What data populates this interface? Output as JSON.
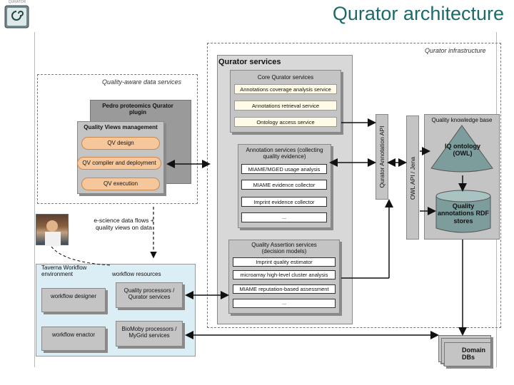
{
  "header": {
    "title": "Qurator architecture",
    "logo_label": "QURATOR"
  },
  "colors": {
    "title": "#1c6a6a",
    "panel_gray": "#c4c4c4",
    "orange": "#f7c79c",
    "workflow_bg": "#dbeef5"
  },
  "infrastructure": {
    "label": "Qurator infrastructure",
    "services_label": "Qurator services",
    "core": {
      "title": "Core Qurator services",
      "items": [
        "Annotations coverage analysis service",
        "Annotations retrieval service",
        "Ontology access service"
      ]
    },
    "annotation": {
      "title": "Annotation services (collecting quality evidence)",
      "items": [
        "MIAME/MGED usage analysis",
        "MIAME evidence collector",
        "Imprint evidence collector",
        "..."
      ]
    },
    "assertion": {
      "title": "Quality Assertion services (decision models)",
      "items": [
        "Imprint quality estimator",
        "microarray high-level cluster analysis",
        "MIAME reputation-based assessment",
        "..."
      ]
    },
    "annotation_api": "Qurator Annotation API",
    "owl_api": "OWL API / Jena",
    "knowledge_base": {
      "title": "Quality knowledge base",
      "ontology": "IQ ontology (OWL)",
      "annotations": "Quality annotations RDF stores"
    }
  },
  "quality_aware": {
    "label": "Quality-aware data services",
    "pedro": "Pedro proteomics Qurator plugin",
    "views": {
      "title": "Quality Views management",
      "items": [
        "QV design",
        "QV compiler and deployment",
        "QV execution"
      ]
    }
  },
  "flows_label": "e-science data flows + quality views on data",
  "workflow": {
    "env_label": "Taverna Workflow environment",
    "resources_label": "workflow resources",
    "designer": "workflow designer",
    "enactor": "workflow enactor",
    "processors": "Quality processors / Qurator services",
    "biomoby": "BioMoby processors / MyGrid services"
  },
  "domain_dbs": "Domain DBs"
}
